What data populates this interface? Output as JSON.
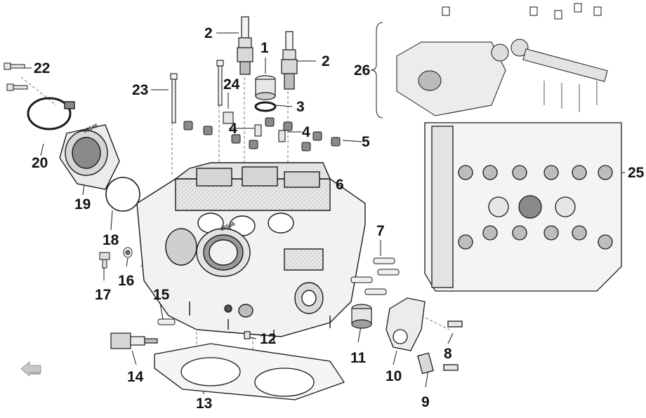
{
  "diagram": {
    "callouts": [
      {
        "id": "1",
        "label": "1"
      },
      {
        "id": "2a",
        "label": "2"
      },
      {
        "id": "2b",
        "label": "2"
      },
      {
        "id": "3",
        "label": "3"
      },
      {
        "id": "4a",
        "label": "4"
      },
      {
        "id": "4b",
        "label": "4"
      },
      {
        "id": "5",
        "label": "5"
      },
      {
        "id": "6",
        "label": "6"
      },
      {
        "id": "7",
        "label": "7"
      },
      {
        "id": "8",
        "label": "8"
      },
      {
        "id": "9",
        "label": "9"
      },
      {
        "id": "10",
        "label": "10"
      },
      {
        "id": "11",
        "label": "11"
      },
      {
        "id": "12",
        "label": "12"
      },
      {
        "id": "13",
        "label": "13"
      },
      {
        "id": "14",
        "label": "14"
      },
      {
        "id": "15",
        "label": "15"
      },
      {
        "id": "16",
        "label": "16"
      },
      {
        "id": "17",
        "label": "17"
      },
      {
        "id": "18",
        "label": "18"
      },
      {
        "id": "19",
        "label": "19"
      },
      {
        "id": "20",
        "label": "20"
      },
      {
        "id": "22",
        "label": "22"
      },
      {
        "id": "23",
        "label": "23"
      },
      {
        "id": "24",
        "label": "24"
      },
      {
        "id": "25",
        "label": "25"
      },
      {
        "id": "26",
        "label": "26"
      }
    ],
    "markings": {
      "manifold_marking": "46546",
      "intake_marking": "46546"
    },
    "colors": {
      "line": "#1a1a1a",
      "part_fill": "#f2f2f2",
      "part_shade": "#bdbdbd",
      "dark": "#555555",
      "nav_arrow": "#c8c8c8"
    },
    "nav": {
      "icon": "arrow-icon"
    }
  }
}
